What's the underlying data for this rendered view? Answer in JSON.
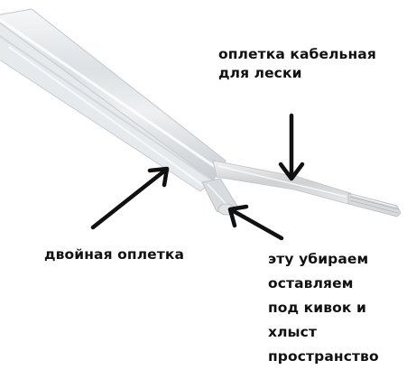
{
  "annotations": {
    "cable_braid_label": "оплетка кабельная\nдля лески",
    "double_braid_label": "двойная оплетка",
    "remove_label": "эту убираем\nоставляем\nпод кивок и\nхлыст\nпространство"
  },
  "colors": {
    "background": "#ffffff",
    "text": "#111111",
    "arrow": "#111111",
    "cable_sheath": "#e4e7ea",
    "inner_wires": "#d3d4d6"
  },
  "icons": {
    "arrow_down": "arrow-down-icon",
    "arrow_up_right": "arrow-up-right-icon",
    "arrow_up_left": "arrow-up-left-icon"
  }
}
